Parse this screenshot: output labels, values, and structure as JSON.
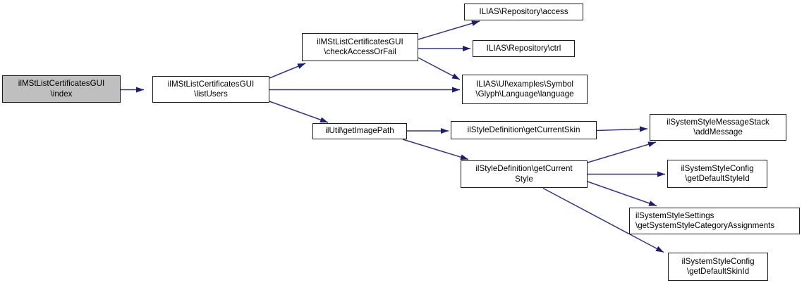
{
  "diagram": {
    "type": "call-graph",
    "colors": {
      "edge": "#34348c",
      "arrowhead": "#1c1c78",
      "node_fill": "#ffffff",
      "highlight_fill": "#bfbfbf",
      "border": "#1c1c1c",
      "text": "#000000"
    },
    "nodes": [
      {
        "id": "index",
        "line1": "ilMStListCertificatesGUI",
        "line2": "\\index",
        "highlighted": true
      },
      {
        "id": "listUsers",
        "line1": "ilMStListCertificatesGUI",
        "line2": "\\listUsers"
      },
      {
        "id": "checkAccessOrFail",
        "line1": "ilMStListCertificatesGUI",
        "line2": "\\checkAccessOrFail"
      },
      {
        "id": "access",
        "line1": "ILIAS\\Repository\\access"
      },
      {
        "id": "ctrl",
        "line1": "ILIAS\\Repository\\ctrl"
      },
      {
        "id": "language",
        "line1": "ILIAS\\UI\\examples\\Symbol",
        "line2": "\\Glyph\\Language\\language"
      },
      {
        "id": "getImagePath",
        "line1": "ilUtil\\getImagePath"
      },
      {
        "id": "getCurrentSkin",
        "line1": "ilStyleDefinition\\getCurrentSkin"
      },
      {
        "id": "getCurrentStyle",
        "line1": "ilStyleDefinition\\getCurrent",
        "line2": "Style"
      },
      {
        "id": "addMessage",
        "line1": "ilSystemStyleMessageStack",
        "line2": "\\addMessage"
      },
      {
        "id": "getDefaultStyleId",
        "line1": "ilSystemStyleConfig",
        "line2": "\\getDefaultStyleId"
      },
      {
        "id": "categoryAssignments",
        "line1": "ilSystemStyleSettings",
        "line2": "\\getSystemStyleCategoryAssignments"
      },
      {
        "id": "getDefaultSkinId",
        "line1": "ilSystemStyleConfig",
        "line2": "\\getDefaultSkinId"
      }
    ],
    "edges": [
      {
        "from": "index",
        "to": "listUsers"
      },
      {
        "from": "listUsers",
        "to": "checkAccessOrFail"
      },
      {
        "from": "listUsers",
        "to": "language"
      },
      {
        "from": "listUsers",
        "to": "getImagePath"
      },
      {
        "from": "checkAccessOrFail",
        "to": "access"
      },
      {
        "from": "checkAccessOrFail",
        "to": "ctrl"
      },
      {
        "from": "checkAccessOrFail",
        "to": "language"
      },
      {
        "from": "getImagePath",
        "to": "getCurrentSkin"
      },
      {
        "from": "getImagePath",
        "to": "getCurrentStyle"
      },
      {
        "from": "getCurrentSkin",
        "to": "addMessage"
      },
      {
        "from": "getCurrentStyle",
        "to": "addMessage"
      },
      {
        "from": "getCurrentStyle",
        "to": "getDefaultStyleId"
      },
      {
        "from": "getCurrentStyle",
        "to": "categoryAssignments"
      },
      {
        "from": "getCurrentStyle",
        "to": "getDefaultSkinId"
      }
    ]
  }
}
